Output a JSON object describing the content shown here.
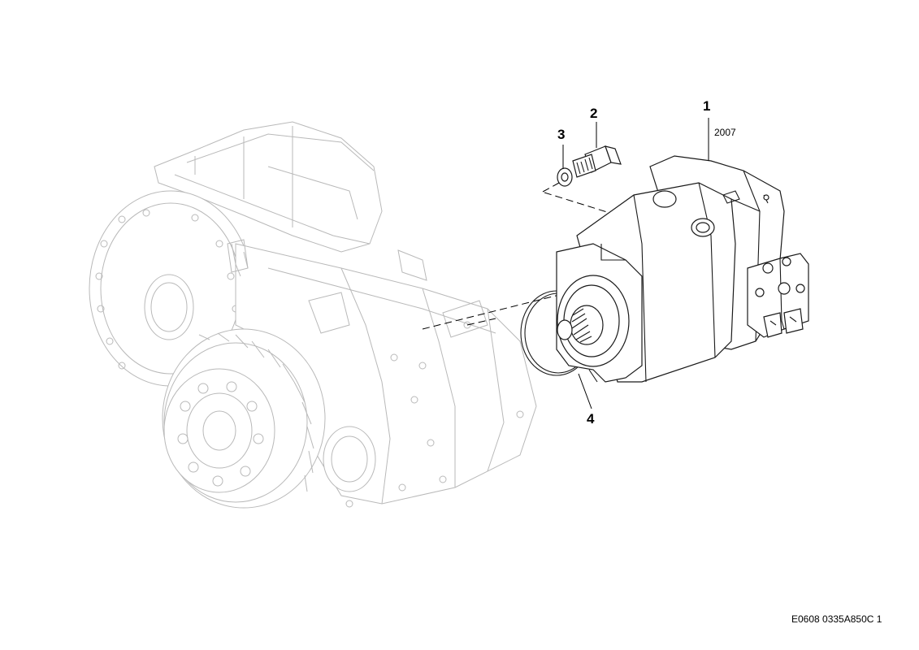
{
  "diagram": {
    "callouts": [
      {
        "id": "1",
        "label": "1"
      },
      {
        "id": "2",
        "label": "2"
      },
      {
        "id": "3",
        "label": "3"
      },
      {
        "id": "4",
        "label": "4"
      }
    ],
    "part1_note": "2007",
    "document_reference": "E0608 0335A850C 1"
  }
}
